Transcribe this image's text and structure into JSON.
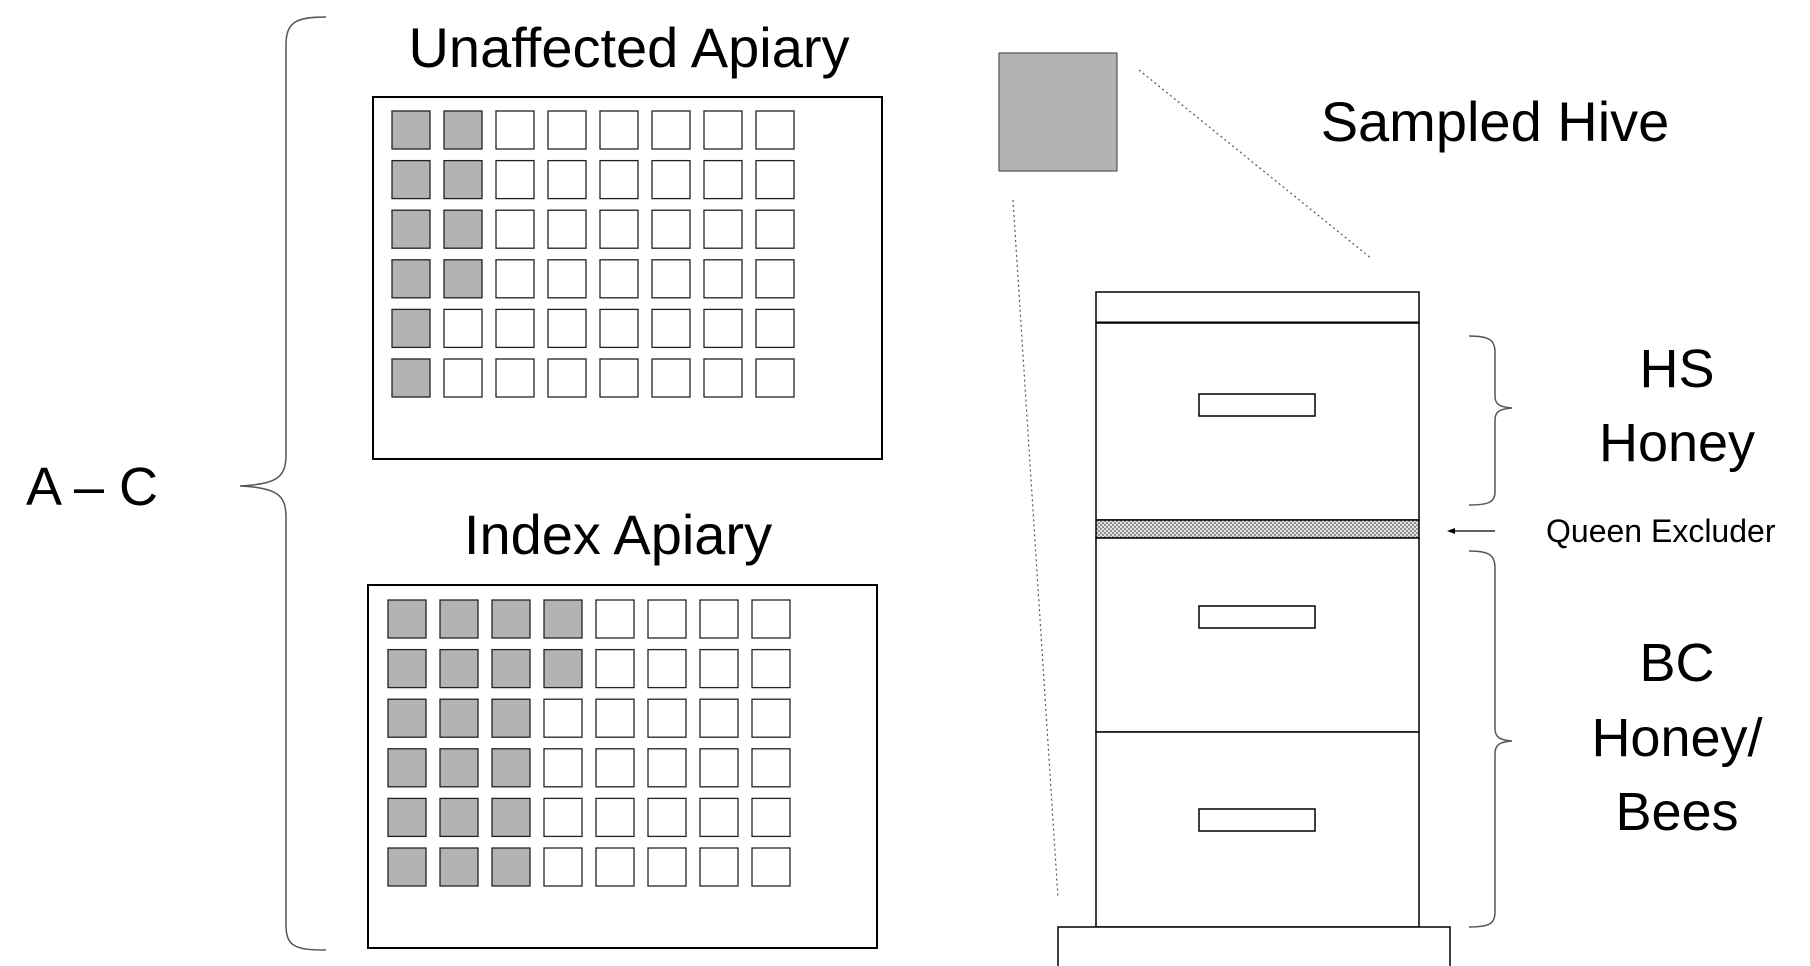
{
  "labels": {
    "range": "A – C",
    "unaffected": "Unaffected Apiary",
    "index": "Index Apiary",
    "sampled": "Sampled Hive",
    "hs": "HS",
    "hs_sub": "Honey",
    "queen": "Queen Excluder",
    "bc": "BC",
    "bc_sub1": "Honey/",
    "bc_sub2": "Bees"
  },
  "apiaries": {
    "unaffected": {
      "rows": 6,
      "cols": 8,
      "sampled_per_row": [
        2,
        2,
        2,
        2,
        1,
        1
      ]
    },
    "index": {
      "rows": 6,
      "cols": 8,
      "sampled_per_row": [
        4,
        4,
        3,
        3,
        3,
        3
      ]
    }
  },
  "hive": {
    "honey_supers": 1,
    "brood_chambers": 2
  },
  "colors": {
    "sampled_fill": "#b3b3b3",
    "empty_fill": "#ffffff",
    "stroke": "#000000",
    "excluder_pattern": "#9a9a9a"
  }
}
